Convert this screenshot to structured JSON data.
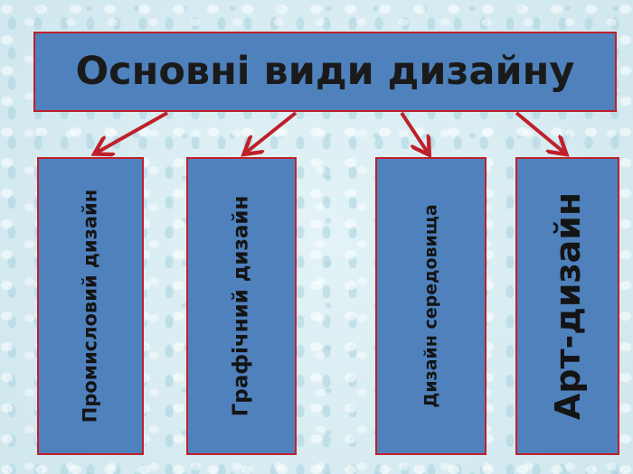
{
  "diagram": {
    "title": "Основні види дизайну",
    "categories": [
      {
        "label": "Промисловий дизайн"
      },
      {
        "label": "Графічний дизайн"
      },
      {
        "label": "Дизайн середовища"
      },
      {
        "label": "Арт-дизайн"
      }
    ]
  },
  "colors": {
    "box_fill": "#4f81bd",
    "border": "#c0202a",
    "arrow": "#c0202a",
    "text": "#141414",
    "background": "#d6edf3"
  }
}
